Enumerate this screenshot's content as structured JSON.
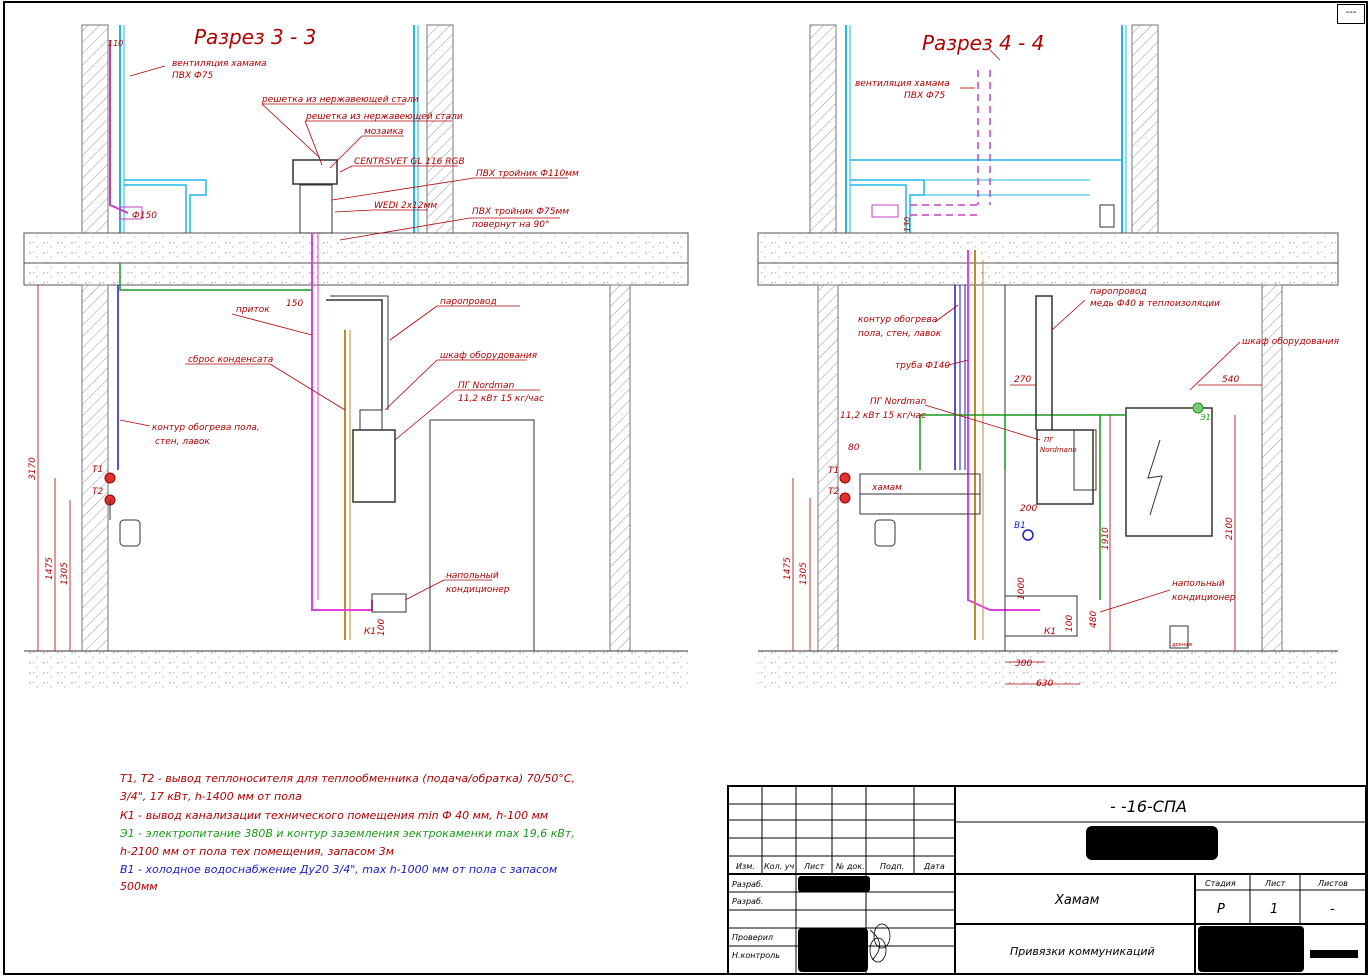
{
  "sections": {
    "left_title": "Разрез 3 - 3",
    "right_title": "Разрез 4 - 4"
  },
  "corner_tag": "---",
  "left_labels": {
    "dim_110": "110",
    "vent1": "вентиляция хамама",
    "vent2": "ПВХ Ф75",
    "grate1": "решетка из нержавеющей стали",
    "grate2": "решетка из нержавеющей стали",
    "mosaic": "мозаика",
    "centrsvet": "CENTRSVET  GL  116 RGB",
    "tee110": "ПВХ тройник Ф110мм",
    "wedi": "WEDI 2x12мм",
    "tee75a": "ПВХ тройник Ф75мм",
    "tee75b": "повернут на 90°",
    "phi150": "Ф150",
    "inflow": "приток",
    "dim_150": "150",
    "steam": "паропровод",
    "condensate": "сброс конденсата",
    "cabinet": "шкаф оборудования",
    "pg1": "ПГ Nordman",
    "pg2": "11,2 кВт 15 кг/час",
    "loop1": "контур обогрева пола,",
    "loop2": "стен, лавок",
    "t1": "Т1",
    "t2": "Т2",
    "k1": "К1",
    "dim_100": "100",
    "ac1": "напольный",
    "ac2": "кондиционер",
    "dim_3170": "3170",
    "dim_1475": "1475",
    "dim_1305": "1305"
  },
  "right_labels": {
    "vent1": "вентиляция хамама",
    "vent2": "ПВХ Ф75",
    "dim_130": "130",
    "steam1": "паропровод",
    "steam2": "медь Ф40 в теплоизоляции",
    "cabinet": "шкаф оборудования",
    "loop1": "контур обогрева",
    "loop2": "пола, стен, лавок",
    "pipe140": "труба Ф140",
    "dim_270": "270",
    "dim_540": "540",
    "pg1": "ПГ Nordman",
    "pg2": "11,2 кВт 15 кг/час",
    "pg_box1": "ПГ",
    "pg_box2": "Nordmann",
    "e1": "Э1",
    "dim_80": "80",
    "t1": "Т1",
    "t2": "Т2",
    "hamam": "хамам",
    "dim_200": "200",
    "b1": "В1",
    "dim_1910": "1910",
    "dim_2100": "2100",
    "dim_1000": "1000",
    "k1": "К1",
    "dim_100": "100",
    "dim_480": "480",
    "ac1": "напольный",
    "ac2": "кондиционер",
    "dim_300": "300",
    "dim_630": "630",
    "dim_1475": "1475",
    "dim_1305": "1305",
    "drain": "дренаж"
  },
  "notes": [
    {
      "text": "Т1, Т2 - вывод теплоносителя для теплообменника (подача/обратка) 70/50°С,",
      "color": "#b00000"
    },
    {
      "text": "3/4\", 17 кВт, h-1400 мм от пола",
      "color": "#b00000"
    },
    {
      "text": "К1 - вывод канализации технического помещения min Ф 40 мм, h-100 мм",
      "color": "#b00000"
    },
    {
      "text": "Э1 - электропитание 380В и контур заземления эектрокаменки max 19,6 кВт,",
      "color": "#1a9a1a"
    },
    {
      "text": "h-2100 мм от пола тех помещения, запасом 3м",
      "color": "#b00000"
    },
    {
      "text": "В1 - холодное водоснабжение Ду20 3/4\", max h-1000 мм от пола с запасом",
      "color": "#1a1acc"
    },
    {
      "text": "500мм",
      "color": "#b00000"
    }
  ],
  "title_block": {
    "code": "-  -16-СПА",
    "headers": {
      "izm": "Изм.",
      "kol": "Кол. уч",
      "list": "Лист",
      "ndok": "№ док.",
      "podp": "Подп.",
      "data": "Дата"
    },
    "rows": {
      "razrab1": "Разраб.",
      "razrab2": "Разраб.",
      "proveril": "Проверил",
      "nkontrol": "Н.контроль"
    },
    "object": "Хамам",
    "sheet_title": "Привязки коммуникаций",
    "stage_hdr": "Стадия",
    "sheet_hdr": "Лист",
    "sheets_hdr": "Листов",
    "stage": "Р",
    "sheet_no": "1",
    "sheets_total": "-"
  },
  "colors": {
    "red_text": "#b00000",
    "pipe_magenta": "#e040e0",
    "pipe_green": "#1a9a1a",
    "pipe_blue": "#1a1acc",
    "pipe_cyan": "#1fb8e8",
    "pipe_orange": "#c08a2a",
    "wall_hatch": "#888888"
  }
}
